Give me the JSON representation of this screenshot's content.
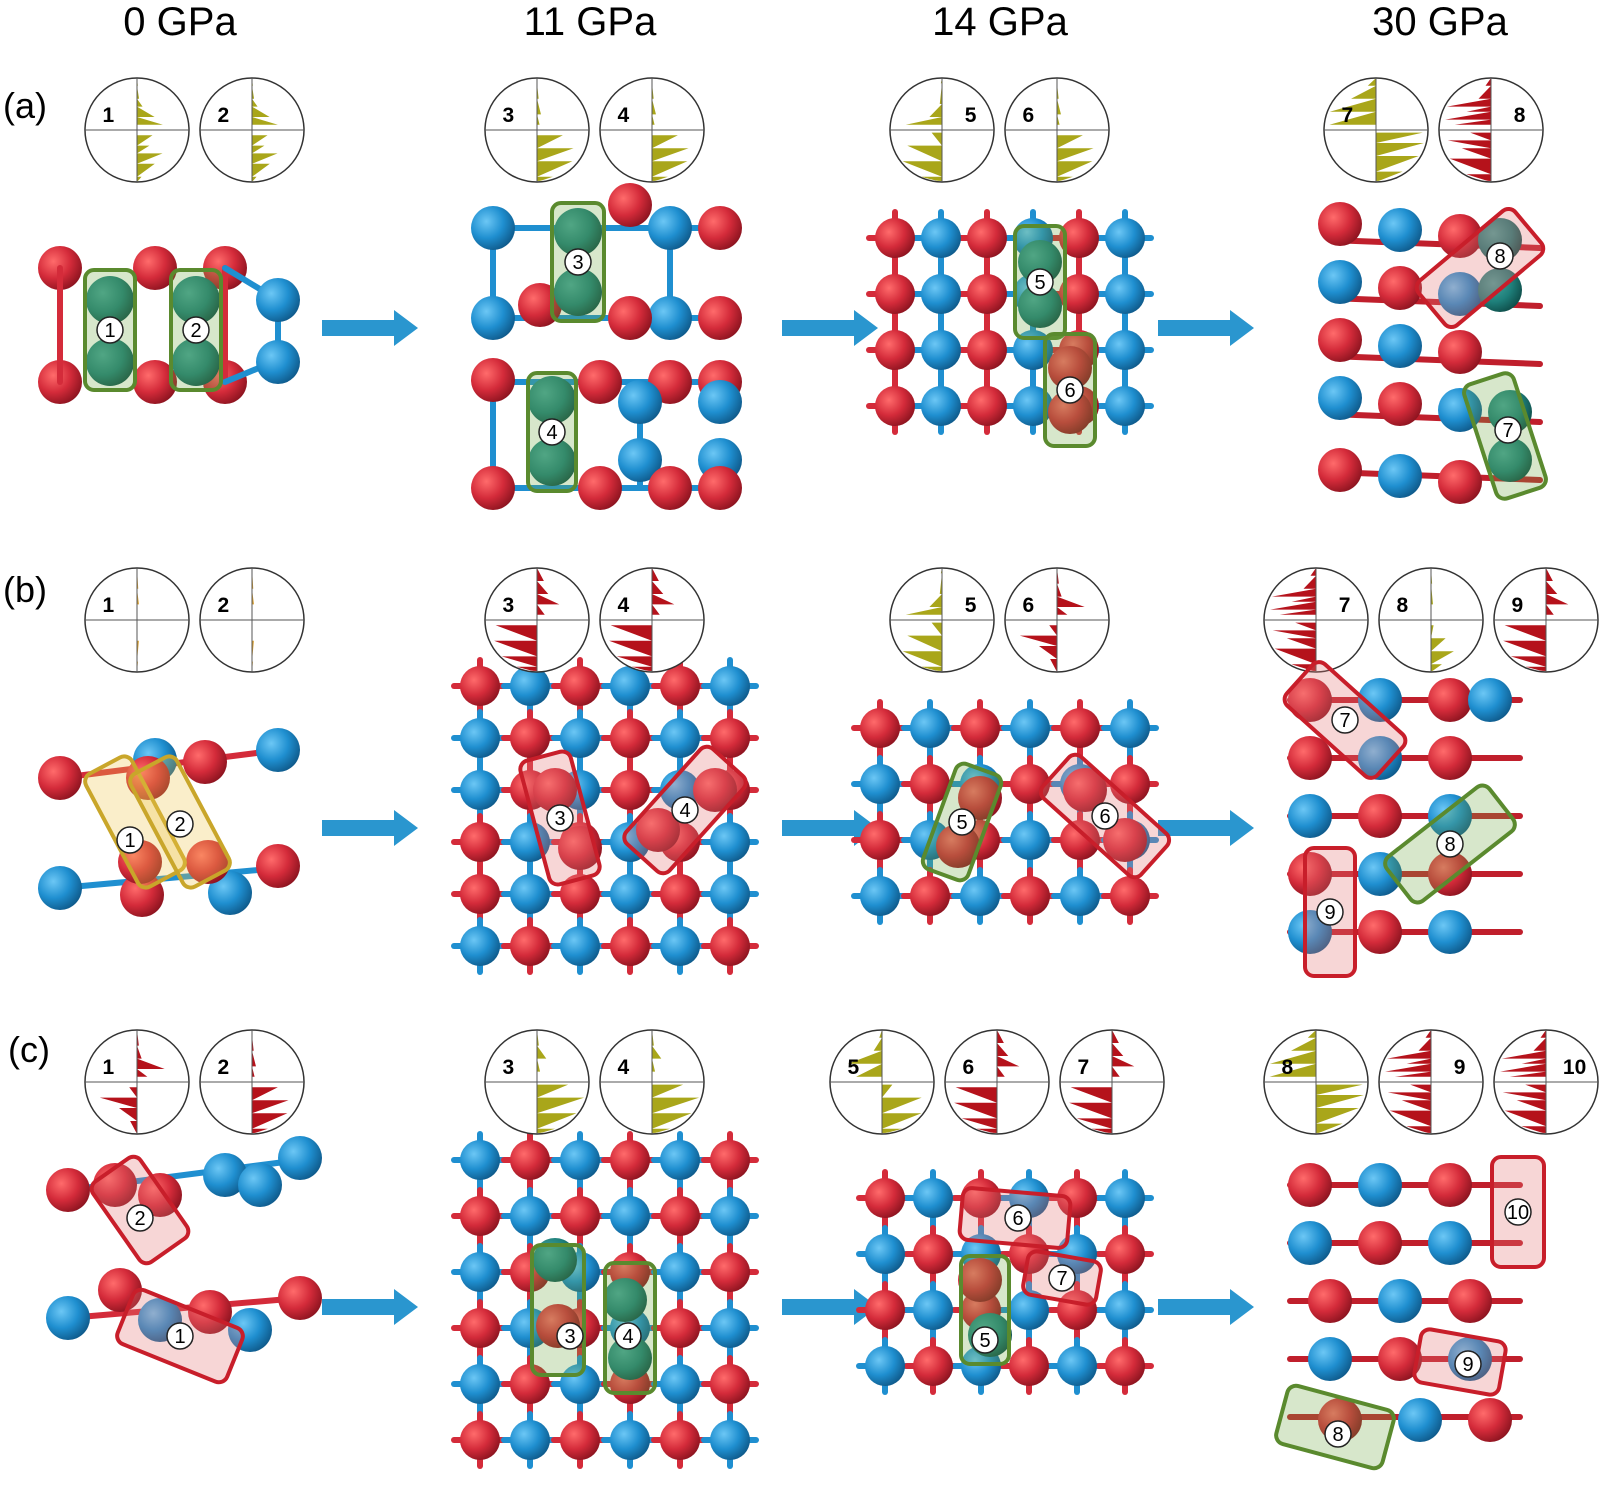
{
  "columns": [
    "0 GPa",
    "11 GPa",
    "14 GPa",
    "30 GPa"
  ],
  "rows": [
    {
      "label": "(a)",
      "panels": [
        {
          "pies": [
            {
              "n": "1",
              "c": "olive",
              "s": "a"
            },
            {
              "n": "2",
              "c": "olive",
              "s": "a"
            }
          ],
          "boxes": [
            "1",
            "2"
          ]
        },
        {
          "pies": [
            {
              "n": "3",
              "c": "olive",
              "s": "b"
            },
            {
              "n": "4",
              "c": "olive",
              "s": "b"
            }
          ],
          "boxes": [
            "3",
            "4"
          ]
        },
        {
          "pies": [
            {
              "n": "5",
              "c": "olive",
              "s": "c"
            },
            {
              "n": "6",
              "c": "olive",
              "s": "b"
            }
          ],
          "boxes": [
            "5",
            "6"
          ]
        },
        {
          "pies": [
            {
              "n": "7",
              "c": "olive",
              "s": "d"
            },
            {
              "n": "8",
              "c": "red",
              "s": "e"
            }
          ],
          "boxes": [
            "8",
            "7"
          ]
        }
      ]
    },
    {
      "label": "(b)",
      "panels": [
        {
          "pies": [
            {
              "n": "1",
              "c": "orange",
              "s": "f"
            },
            {
              "n": "2",
              "c": "orange",
              "s": "f"
            }
          ],
          "boxes": [
            "1",
            "2"
          ]
        },
        {
          "pies": [
            {
              "n": "3",
              "c": "red",
              "s": "g"
            },
            {
              "n": "4",
              "c": "red",
              "s": "g"
            }
          ],
          "boxes": [
            "3",
            "4"
          ]
        },
        {
          "pies": [
            {
              "n": "5",
              "c": "olive",
              "s": "c"
            },
            {
              "n": "6",
              "c": "red",
              "s": "h"
            }
          ],
          "boxes": [
            "5",
            "6"
          ]
        },
        {
          "pies": [
            {
              "n": "7",
              "c": "red",
              "s": "e"
            },
            {
              "n": "8",
              "c": "olive",
              "s": "i"
            },
            {
              "n": "9",
              "c": "red",
              "s": "g"
            }
          ],
          "boxes": [
            "7",
            "8",
            "9"
          ]
        }
      ]
    },
    {
      "label": "(c)",
      "panels": [
        {
          "pies": [
            {
              "n": "1",
              "c": "red",
              "s": "h"
            },
            {
              "n": "2",
              "c": "red",
              "s": "b"
            }
          ],
          "boxes": [
            "2",
            "1"
          ]
        },
        {
          "pies": [
            {
              "n": "3",
              "c": "olive",
              "s": "j"
            },
            {
              "n": "4",
              "c": "olive",
              "s": "j"
            }
          ],
          "boxes": [
            "3",
            "4"
          ]
        },
        {
          "pies": [
            {
              "n": "5",
              "c": "olive",
              "s": "k"
            },
            {
              "n": "6",
              "c": "red",
              "s": "g"
            },
            {
              "n": "7",
              "c": "red",
              "s": "g"
            }
          ],
          "boxes": [
            "6",
            "7",
            "5"
          ]
        },
        {
          "pies": [
            {
              "n": "8",
              "c": "olive",
              "s": "d"
            },
            {
              "n": "9",
              "c": "red",
              "s": "e"
            },
            {
              "n": "10",
              "c": "red",
              "s": "e"
            }
          ],
          "boxes": [
            "10",
            "9",
            "8"
          ]
        }
      ]
    }
  ],
  "colors": {
    "red_atom": "#d42b3a",
    "blue_atom": "#1f8fd0",
    "teal_atom": "#1e7f7a",
    "arrow": "#2a96cf",
    "box_green": "#5a8a2e",
    "box_red": "#c81e2a",
    "box_yellow": "#c9a62a",
    "dos_olive": "#a9a61a",
    "dos_red": "#b5121b",
    "dos_orange": "#d9a030"
  }
}
